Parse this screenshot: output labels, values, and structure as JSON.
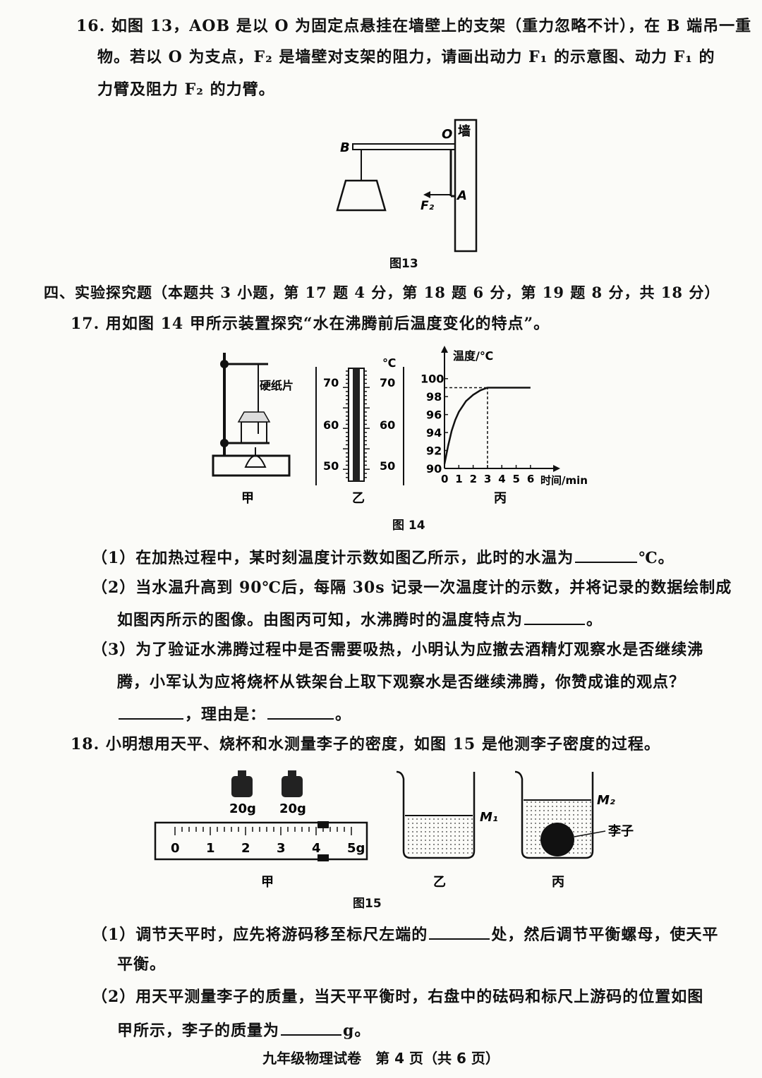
{
  "q16": {
    "line1": "16. 如图 13，AOB 是以 O 为固定点悬挂在墙壁上的支架（重力忽略不计），在 B 端吊一重",
    "line2": "物。若以 O 为支点，F₂ 是墙壁对支架的阻力，请画出动力 F₁ 的示意图、动力 F₁ 的",
    "line3": "力臂及阻力 F₂ 的力臂。",
    "fig": {
      "B": "B",
      "O": "O",
      "wall": "墙",
      "A": "A",
      "F2": "F₂",
      "caption": "图13"
    }
  },
  "section4": {
    "heading": "四、实验探究题（本题共 3 小题，第 17 题 4 分，第 18 题 6 分，第 19 题 8 分，共 18 分）"
  },
  "q17": {
    "stem": "17. 用如图 14 甲所示装置探究“水在沸腾前后温度变化的特点”。",
    "fig": {
      "card_label": "硬纸片",
      "jia": "甲",
      "yi": "乙",
      "bing": "丙",
      "caption": "图 14",
      "thermo": {
        "unit": "℃",
        "left_labels": [
          "70",
          "60",
          "50"
        ],
        "right_labels": [
          "70",
          "60",
          "50"
        ]
      }
    },
    "p1": {
      "a": "（1）在加热过程中，某时刻温度计示数如图乙所示，此时的水温为",
      "b": "℃。"
    },
    "p2": {
      "line1": "（2）当水温升高到 90℃后，每隔 30s 记录一次温度计的示数，并将记录的数据绘制成",
      "line2a": "如图丙所示的图像。由图丙可知，水沸腾时的温度特点为",
      "line2b": "。"
    },
    "p3": {
      "line1": "（3）为了验证水沸腾过程中是否需要吸热，小明认为应撤去酒精灯观察水是否继续沸",
      "line2": "腾，小军认为应将烧杯从铁架台上取下观察水是否继续沸腾，你赞成谁的观点？",
      "line3a": "，理由是：",
      "line3b": "。"
    }
  },
  "chart_data": {
    "type": "line",
    "ylabel": "温度/℃",
    "xlabel": "时间/min",
    "x_ticks": [
      "0",
      "1",
      "2",
      "3",
      "4",
      "5",
      "6"
    ],
    "y_ticks": [
      "90",
      "92",
      "94",
      "96",
      "98",
      "100"
    ],
    "xlim": [
      0,
      6.5
    ],
    "ylim": [
      90,
      101
    ],
    "series": [
      {
        "x": [
          0,
          0.25,
          0.5,
          0.75,
          1,
          1.5,
          2,
          2.5,
          3,
          3.5,
          4,
          5,
          6
        ],
        "y": [
          90.5,
          92.5,
          94.2,
          95.4,
          96.3,
          97.5,
          98.2,
          98.7,
          99,
          99,
          99,
          99,
          99
        ]
      }
    ],
    "dashed_guides": {
      "x": 3,
      "y": 99
    }
  },
  "q18": {
    "stem": "18. 小明想用天平、烧杯和水测量李子的密度，如图 15 是他测李子密度的过程。",
    "fig": {
      "weight1": "20g",
      "weight2": "20g",
      "scale_labels": [
        "0",
        "1",
        "2",
        "3",
        "4",
        "5g"
      ],
      "rider_value": 4.2,
      "M1": "M₁",
      "M2": "M₂",
      "plum": "李子",
      "jia": "甲",
      "yi": "乙",
      "bing": "丙",
      "caption": "图15"
    },
    "p1": {
      "a": "（1）调节天平时，应先将游码移至标尺左端的",
      "b": "处，然后调节平衡螺母，使天平",
      "line2": "平衡。"
    },
    "p2": {
      "line1": "（2）用天平测量李子的质量，当天平平衡时，右盘中的砝码和标尺上游码的位置如图",
      "line2a": "甲所示，李子的质量为",
      "line2b": "g。"
    }
  },
  "footer": "九年级物理试卷　第 4 页（共 6 页）"
}
